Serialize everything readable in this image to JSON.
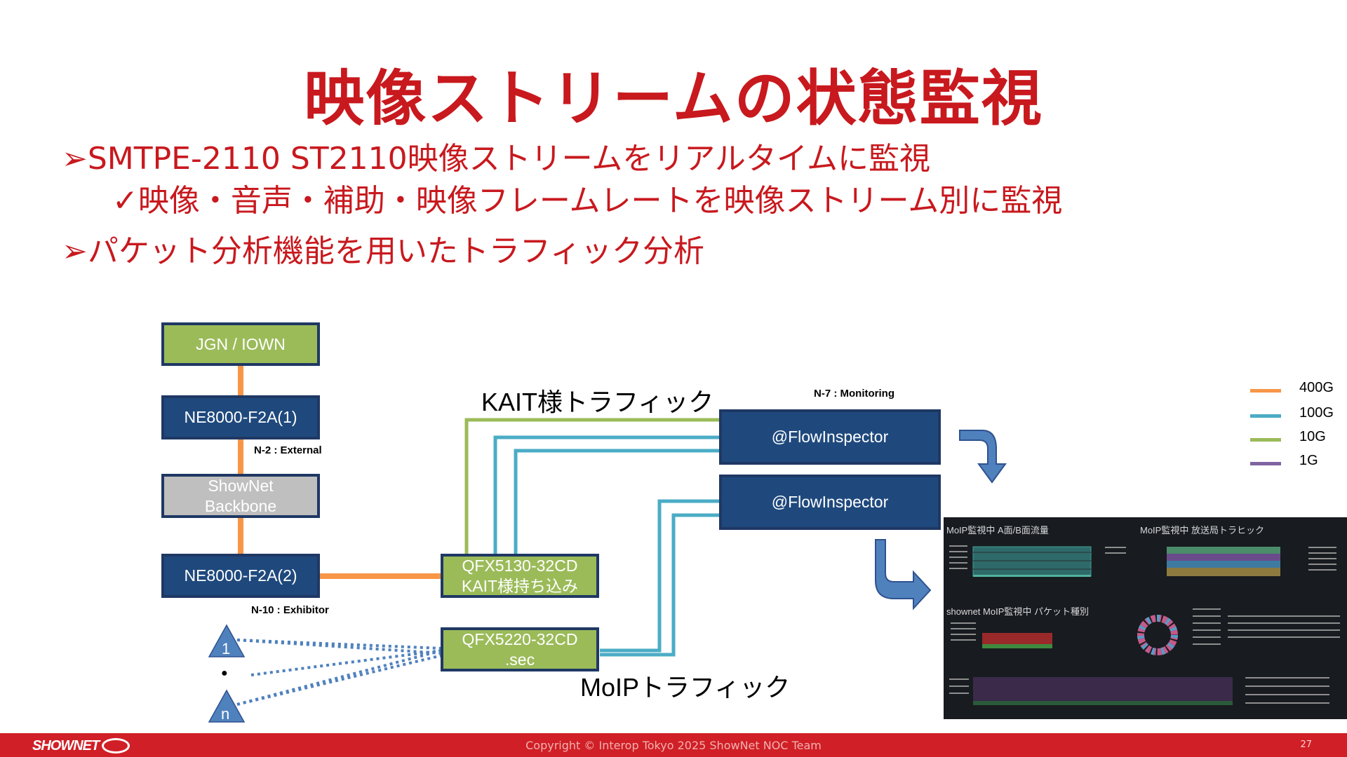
{
  "title": "映像ストリームの状態監視",
  "bullets": {
    "b1_mark": "➢",
    "b1": "SMTPE-2110 ST2110映像ストリームをリアルタイムに監視",
    "b2_mark": "✓",
    "b2": "映像・音声・補助・映像フレームレートを映像ストリーム別に監視",
    "b3_mark": "➢",
    "b3": "パケット分析機能を用いたトラフィック分析"
  },
  "diagram": {
    "jgn": "JGN / IOWN",
    "ne1": "NE8000-F2A(1)",
    "backbone_line1": "ShowNet",
    "backbone_line2": "Backbone",
    "ne2": "NE8000-F2A(2)",
    "qfx5130_line1": "QFX5130-32CD",
    "qfx5130_line2": "KAIT様持ち込み",
    "qfx5220_line1": "QFX5220-32CD",
    "qfx5220_line2": ".sec",
    "fi1": "@FlowInspector",
    "fi2": "@FlowInspector",
    "n2": "N-2 : External",
    "n10": "N-10 : Exhibitor",
    "n7": "N-7 : Monitoring",
    "kait_traffic": "KAIT様トラフィック",
    "moip_traffic": "MoIPトラフィック",
    "tri1": "1",
    "trin": "n",
    "dot": "●"
  },
  "legend": [
    {
      "label": "400G",
      "color": "#f79646"
    },
    {
      "label": "100G",
      "color": "#4bacc6"
    },
    {
      "label": "10G",
      "color": "#9bbb59"
    },
    {
      "label": "1G",
      "color": "#8064a2"
    }
  ],
  "dashboard": {
    "p1": "MoIP監視中 A面/B面流量",
    "p2": "MoIP監視中 放送局トラヒック",
    "p3": "shownet MoIP監視中 パケット種別"
  },
  "footer": {
    "logo": "SHOWNET",
    "copyright": "Copyright © Interop Tokyo 2025 ShowNet NOC Team",
    "page": "27"
  }
}
